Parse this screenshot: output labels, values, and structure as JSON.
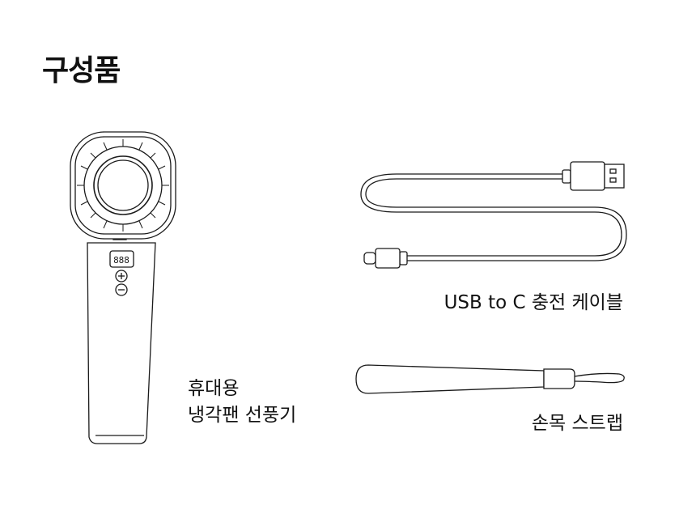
{
  "page": {
    "heading": "구성품"
  },
  "items": {
    "fan": {
      "line1": "휴대용",
      "line2": "냉각팬 선풍기",
      "icon": "handheld-fan-illustration"
    },
    "cable": {
      "label": "USB to C 충전 케이블",
      "icon": "usb-c-cable-illustration"
    },
    "strap": {
      "label": "손목 스트랩",
      "icon": "wrist-strap-illustration"
    }
  },
  "colors": {
    "line": "#1a1a1a",
    "text": "#111111",
    "background": "#ffffff"
  }
}
